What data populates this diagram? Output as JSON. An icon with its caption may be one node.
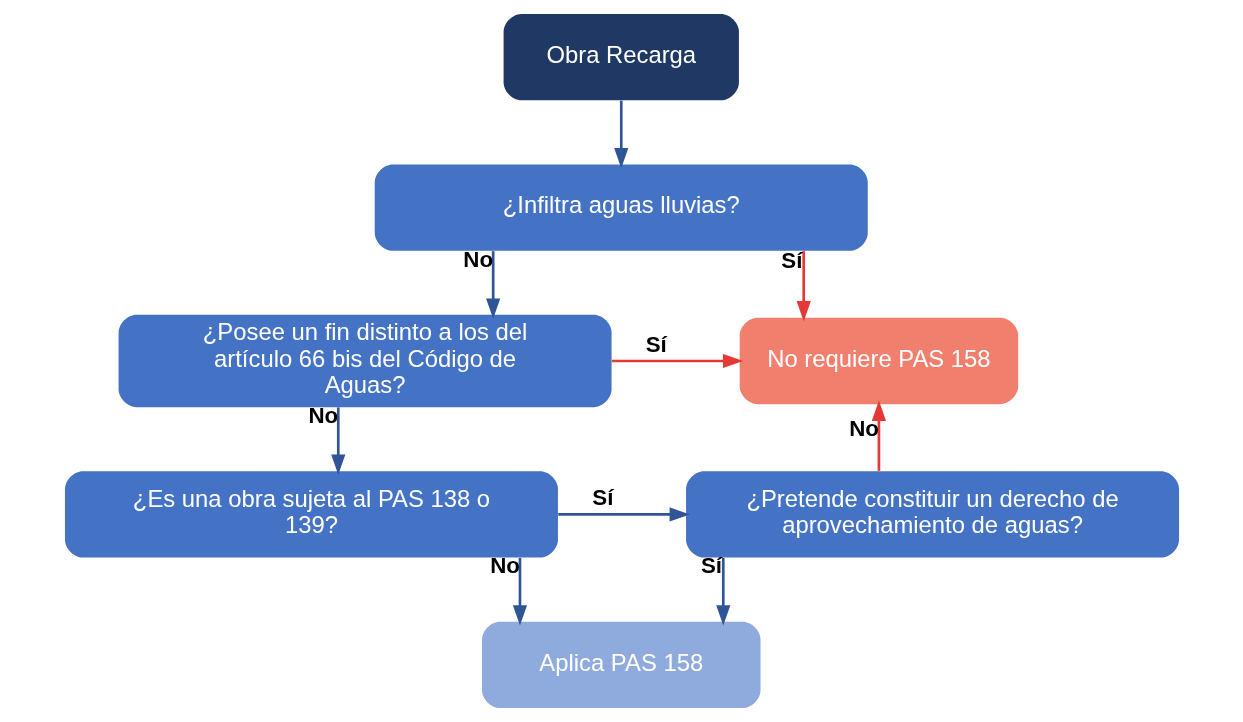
{
  "diagram": {
    "nodes": [
      {
        "text": [
          "Obra Recarga"
        ]
      },
      {
        "text": [
          "¿Infiltra aguas lluvias?"
        ]
      },
      {
        "text": [
          "¿Posee un fin distinto a los del artículo 66 bis del Código de Aguas?"
        ]
      },
      {
        "text": [
          "No requiere PAS 158"
        ]
      },
      {
        "text": [
          "¿Es una obra sujeta al PAS 138 o 139?"
        ]
      },
      {
        "text": [
          "¿Pretende constituir un derecho de aprovechamiento de aguas?"
        ]
      },
      {
        "text": [
          "Aplica PAS 158"
        ]
      }
    ],
    "edges": [
      {
        "from": 0,
        "to": 1,
        "arrow": "to"
      },
      {
        "from": 1,
        "to": 3,
        "arrow": "to",
        "label": "Sí",
        "color": "#e53935"
      },
      {
        "from": 1,
        "to": 2,
        "arrow": "to",
        "label": "No"
      },
      {
        "from": 2,
        "to": 3,
        "arrow": "to",
        "label": "Sí",
        "color": "#e53935"
      },
      {
        "from": 2,
        "to": 4,
        "arrow": "to",
        "label": "No"
      },
      {
        "from": 4,
        "to": 5,
        "arrow": "to",
        "label": "Sí"
      },
      {
        "from": 5,
        "to": 3,
        "arrow": "to",
        "label": "No",
        "color": "#e53935"
      },
      {
        "from": 4,
        "to": 6,
        "arrow": "to",
        "label": "No"
      },
      {
        "from": 5,
        "to": 6,
        "arrow": "to",
        "label": "Sí"
      }
    ]
  }
}
